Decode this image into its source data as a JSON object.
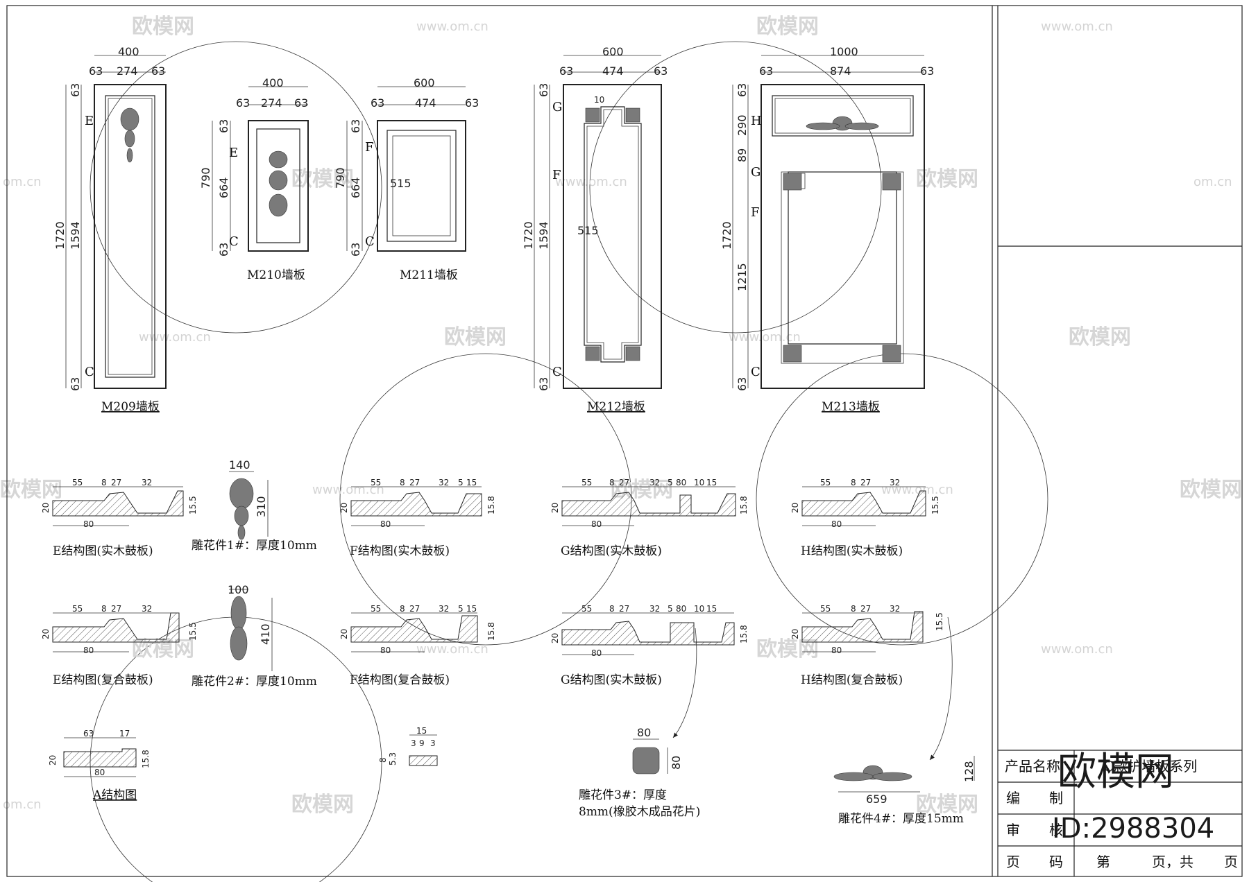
{
  "watermark": {
    "name": "欧模网",
    "url": "www.om.cn",
    "url_short": "om.cn"
  },
  "panels": {
    "m209": {
      "label": "M209墙板",
      "w": "400",
      "w_parts": [
        "63",
        "274",
        "63"
      ],
      "h": "1720",
      "h_inner": "1594",
      "h_top": "63",
      "h_bottom": "63",
      "tag_top": "E",
      "tag_bottom": "C"
    },
    "m210": {
      "label": "M210墙板",
      "w": "400",
      "w_parts": [
        "63",
        "274",
        "63"
      ],
      "h": "790",
      "h_inner": "664",
      "h_top": "63",
      "h_bottom": "63",
      "tag_top": "E",
      "tag_bottom": "C"
    },
    "m211": {
      "label": "M211墙板",
      "w": "600",
      "w_parts": [
        "63",
        "474",
        "63"
      ],
      "h": "790",
      "h_inner": "664",
      "h_top": "63",
      "h_bottom": "63",
      "tag_top": "F",
      "tag_bottom": "C",
      "inner_dim": "515"
    },
    "m212": {
      "label": "M212墙板",
      "w": "600",
      "w_parts": [
        "63",
        "474",
        "63"
      ],
      "h": "1720",
      "h_inner": "1594",
      "h_top": "63",
      "h_bottom": "63",
      "tag_g": "G",
      "tag_f": "F",
      "tag_bottom": "C",
      "inner_dim": "515",
      "corner_dim": "10"
    },
    "m213": {
      "label": "M213墙板",
      "w": "1000",
      "w_parts": [
        "63",
        "874",
        "63"
      ],
      "h": "1720",
      "h_inner": "1215",
      "h_top": "63",
      "h_top2": "290",
      "h_mid": "89",
      "h_bottom": "63",
      "tag_h": "H",
      "tag_g": "G",
      "tag_f": "F",
      "tag_bottom": "C"
    }
  },
  "sections": {
    "e_solid": {
      "caption": "E结构图(实木鼓板)",
      "dims": [
        "55",
        "8",
        "27",
        "32"
      ],
      "h1": "20",
      "h2": "15.5",
      "base": "80"
    },
    "f_solid": {
      "caption": "F结构图(实木鼓板)",
      "dims": [
        "55",
        "8",
        "27",
        "32",
        "5",
        "15"
      ],
      "h1": "20",
      "h2": "15.8",
      "base": "80"
    },
    "g_solid": {
      "caption": "G结构图(实木鼓板)",
      "dims": [
        "55",
        "8",
        "27",
        "32",
        "5",
        "80",
        "10",
        "15"
      ],
      "h1": "20",
      "h2": "15.8",
      "base": "80"
    },
    "h_solid": {
      "caption": "H结构图(实木鼓板)",
      "dims": [
        "55",
        "8",
        "27",
        "32"
      ],
      "h1": "20",
      "h2": "15.5",
      "base": "80"
    },
    "e_comp": {
      "caption": "E结构图(复合鼓板)",
      "dims": [
        "55",
        "8",
        "27",
        "32"
      ],
      "h1": "20",
      "h2": "15.5",
      "base": "80"
    },
    "f_comp": {
      "caption": "F结构图(复合鼓板)",
      "dims": [
        "55",
        "8",
        "27",
        "32",
        "5",
        "15"
      ],
      "h1": "20",
      "h2": "15.8",
      "base": "80"
    },
    "g_comp": {
      "caption": "G结构图(实木鼓板)",
      "dims": [
        "55",
        "8",
        "27",
        "32",
        "5",
        "80",
        "10",
        "15"
      ],
      "h1": "20",
      "h2": "15.8",
      "base": "80"
    },
    "h_comp": {
      "caption": "H结构图(复合鼓板)",
      "dims": [
        "55",
        "8",
        "27",
        "32"
      ],
      "h1": "20",
      "h2": "15.5",
      "base": "80"
    },
    "a": {
      "caption": "A结构图",
      "dims": [
        "63",
        "17"
      ],
      "h1": "20",
      "h2": "15.8",
      "base": "80"
    },
    "small": {
      "dims": [
        "15",
        "3",
        "9",
        "3"
      ],
      "h1": "8",
      "h2": "5.3"
    }
  },
  "carvings": {
    "c1": {
      "caption": "雕花件1#：厚度10mm",
      "w": "140",
      "h": "310"
    },
    "c2": {
      "caption": "雕花件2#：厚度10mm",
      "w": "100",
      "h": "410"
    },
    "c3": {
      "caption_line1": "雕花件3#：厚度",
      "caption_line2": "8mm(橡胶木成品花片)",
      "w": "80",
      "h": "80"
    },
    "c4": {
      "caption": "雕花件4#：厚度15mm",
      "w": "659",
      "h": "128"
    }
  },
  "title_block": {
    "product_label": "产品名称",
    "product_value": "C款护墙板系列",
    "editor_label": "编",
    "editor_label2": "制",
    "review_label": "审",
    "review_label2": "核",
    "page_label": "页",
    "page_label2": "码",
    "page_value1": "第",
    "page_value2": "页，共",
    "page_value3": "页"
  },
  "brand": {
    "name": "欧模网",
    "id": "ID:2988304"
  }
}
